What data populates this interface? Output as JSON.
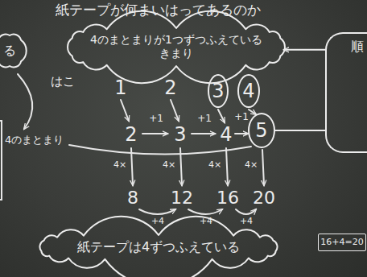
{
  "diagram": {
    "title": "紙テープが何まいはってあるのか",
    "nodes": [
      {
        "text": [
          "4のまとまりが1つずつふえている きまり"
        ]
      },
      {
        "text": [
          "る"
        ]
      },
      {
        "text": [
          "3"
        ]
      },
      {
        "text": [
          "4"
        ]
      },
      {
        "text": [
          "5"
        ]
      },
      {
        "text": [
          "紙テープは4ずつふえている"
        ]
      },
      {
        "text": [
          "16+4=20"
        ]
      },
      {
        "text": [
          "順"
        ]
      }
    ],
    "edges": [
      {
        "from": 7,
        "to": 0,
        "arrow": "to"
      },
      {
        "from": 7,
        "to": 4,
        "arrow": "none"
      }
    ],
    "labels": [
      "はこ",
      "1",
      "2",
      "+1",
      "+1",
      "+1",
      "4のまとまり",
      "2",
      "3",
      "4",
      "4×",
      "4×",
      "4×",
      "4×",
      "8",
      "12",
      "16",
      "20",
      "+4",
      "+4",
      "+4"
    ]
  }
}
